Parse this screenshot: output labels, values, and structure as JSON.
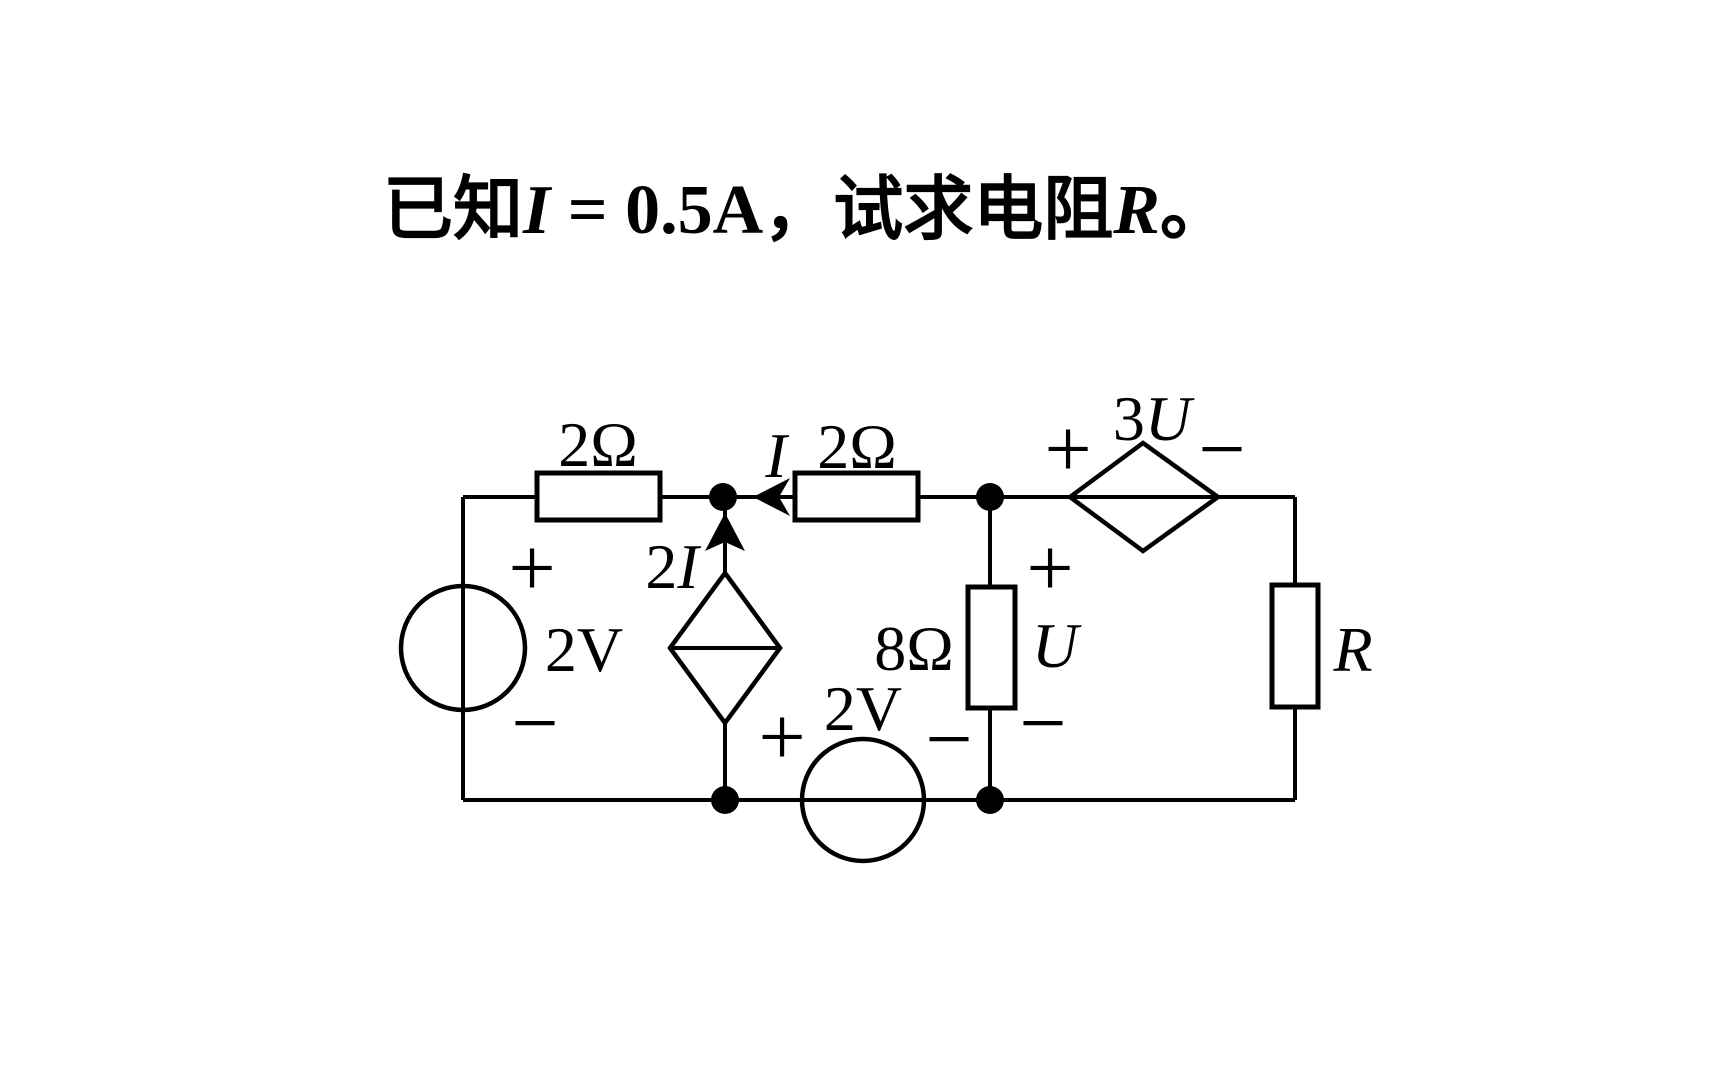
{
  "colors": {
    "ink": "#000000",
    "background": "#ffffff"
  },
  "title": {
    "prefix": "已知",
    "current_var": "I",
    "equation": " = 0.5A",
    "middle": "，试求电阻",
    "resistance_var": "R",
    "suffix": "。"
  },
  "circuit": {
    "resistors": {
      "top_left": "2Ω",
      "top_middle": "2Ω",
      "middle_shunt": "8Ω",
      "right": "R"
    },
    "sources": {
      "left_voltage": "2V",
      "bottom_voltage": "2V",
      "dependent_current": {
        "coeff": "2",
        "var": "I"
      },
      "dependent_voltage": {
        "coeff": "3",
        "var": "U"
      }
    },
    "annotations": {
      "branch_current": "I",
      "shunt_voltage": "U",
      "plus": "+",
      "minus": "−"
    }
  }
}
